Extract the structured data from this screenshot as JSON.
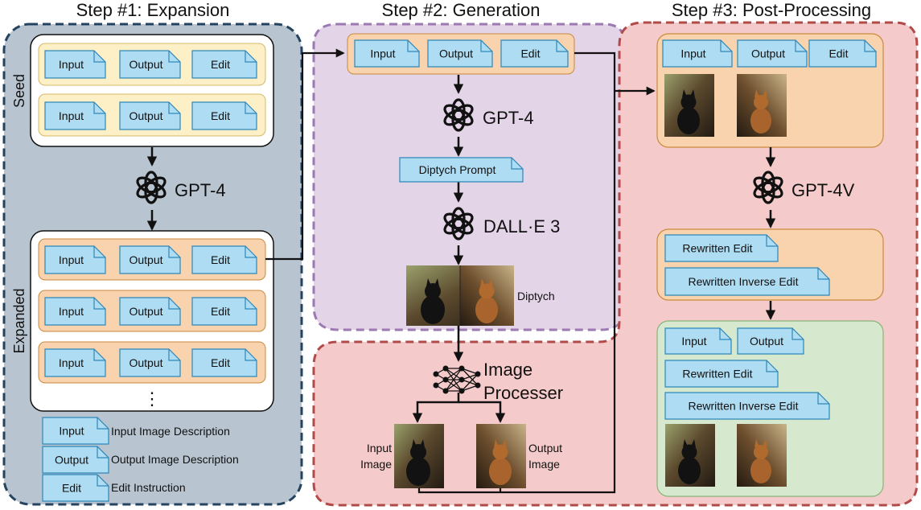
{
  "steps": {
    "expansion_title": "Step #1: Expansion",
    "generation_title": "Step #2: Generation",
    "postprocessing_title": "Step #3: Post-Processing"
  },
  "labels": {
    "seed": "Seed",
    "expanded": "Expanded",
    "ellipsis": "⋮",
    "input": "Input",
    "output": "Output",
    "edit": "Edit",
    "diptych_prompt": "Diptych Prompt",
    "diptych": "Diptych",
    "image_processer_line1": "Image",
    "image_processer_line2": "Processer",
    "input_image_line1": "Input",
    "input_image_line2": "Image",
    "output_image_line1": "Output",
    "output_image_line2": "Image",
    "rewritten_edit": "Rewritten Edit",
    "rewritten_inverse_edit": "Rewritten Inverse Edit"
  },
  "models": {
    "gpt4": "GPT-4",
    "dalle3": "DALL·E 3",
    "gpt4v": "GPT-4V"
  },
  "legend": {
    "input_desc": "Input Image Description",
    "output_desc": "Output Image Description",
    "edit_desc": "Edit Instruction"
  },
  "colors": {
    "step1_bg": "#b8c4d0",
    "step1_border": "#23435f",
    "step2_bg": "#e4d4e8",
    "step2_border": "#9b79b3",
    "step3_bg": "#f5caca",
    "step3_border": "#b24a4a",
    "doc_fill": "#aedcf2",
    "doc_stroke": "#2f87b8",
    "seed_row_fill": "#fdf0c6",
    "orange_panel": "#f8d3ad",
    "orange_stroke": "#c98a3c",
    "green_panel": "#d6e9cf",
    "green_stroke": "#88b47a"
  }
}
